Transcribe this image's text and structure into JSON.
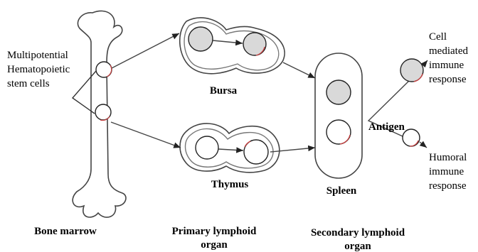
{
  "labels": {
    "stem_cells": [
      "Multipotential",
      "Hematopoietic",
      "stem cells"
    ],
    "bursa": "Bursa",
    "thymus": "Thymus",
    "spleen": "Spleen",
    "antigen": "Antigen",
    "cell_mediated": [
      "Cell",
      "mediated",
      "immune",
      "response"
    ],
    "humoral": [
      "Humoral",
      "immune",
      "response"
    ],
    "bone_marrow": "Bone marrow",
    "primary": [
      "Primary lymphoid",
      "organ"
    ],
    "secondary": [
      "Secondary lymphoid",
      "organ"
    ]
  },
  "colors": {
    "cell_gray": "#d9d9d9",
    "shadow_red": "#e8b4b4"
  }
}
